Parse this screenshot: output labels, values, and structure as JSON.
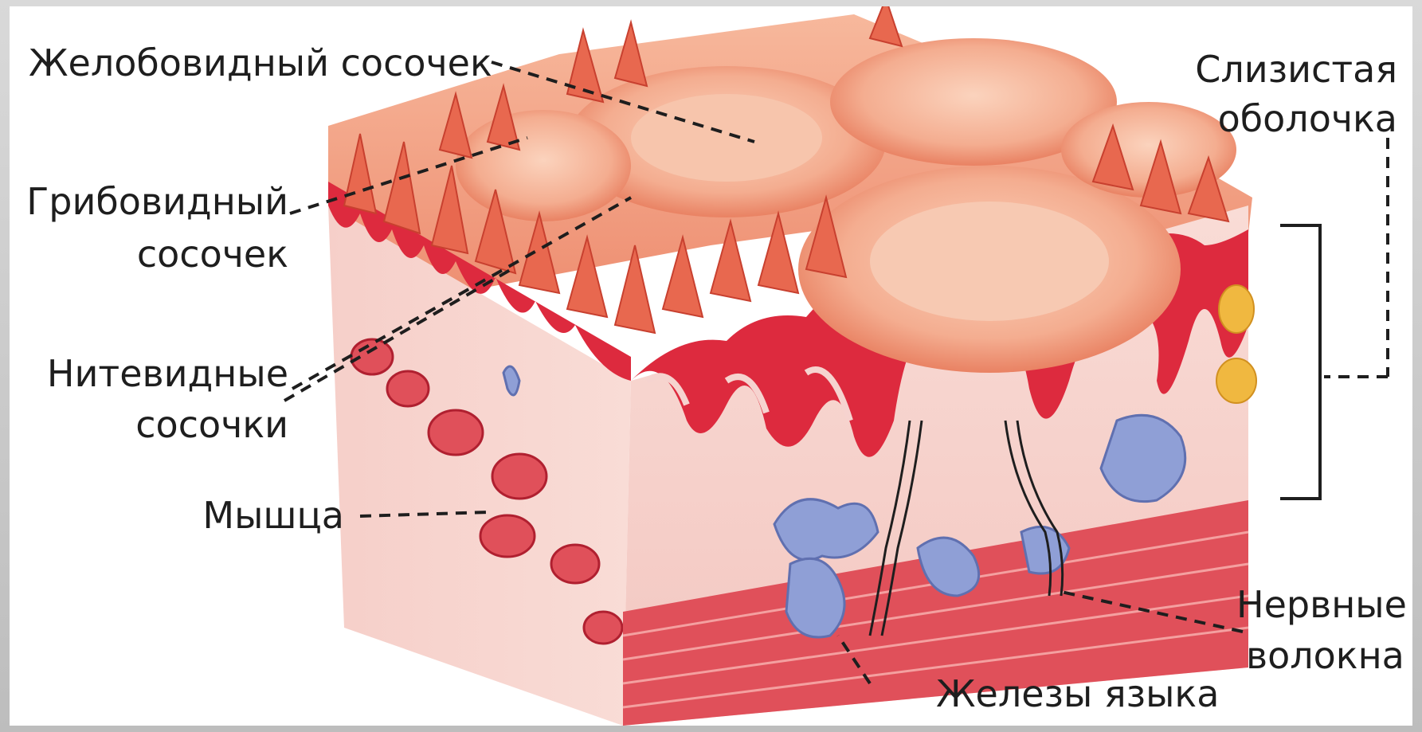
{
  "labels": {
    "circumvallate_papilla": "Желобовидный сосочек",
    "mucosa_line1": "Слизистая",
    "mucosa_line2": "оболочка",
    "fungiform_line1": "Грибовидный",
    "fungiform_line2": "сосочек",
    "filiform_line1": "Нитевидные",
    "filiform_line2": "сосочки",
    "muscle": "Мышца",
    "nerve_line1": "Нервные",
    "nerve_line2": "волокна",
    "glands": "Железы языка"
  },
  "colors": {
    "surface": "#f0a58a",
    "papilla_red": "#d9263a",
    "tissue_pink": "#f6d3cf",
    "gland_blue": "#8f9fd6",
    "fat_yellow": "#f0b840",
    "leader_line": "#1e1e1e"
  }
}
